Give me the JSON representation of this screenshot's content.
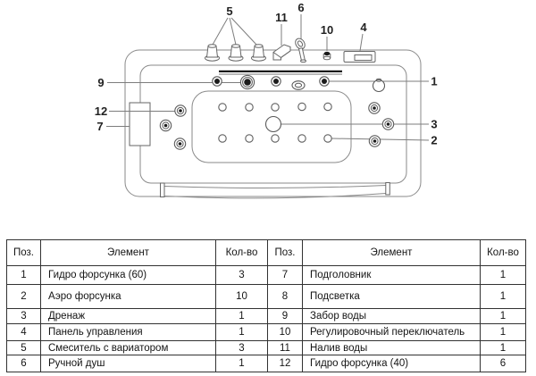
{
  "colors": {
    "background": "#ffffff",
    "diagram_line": "#8a8a8a",
    "diagram_dark": "#1c1c1c",
    "table_border": "#323232",
    "text": "#141414"
  },
  "diagram": {
    "callouts": {
      "n1": "1",
      "n2": "2",
      "n3": "3",
      "n4": "4",
      "n5": "5",
      "n6": "6",
      "n7": "7",
      "n9": "9",
      "n10": "10",
      "n11": "11",
      "n12": "12"
    }
  },
  "table": {
    "headers": [
      "Поз.",
      "Элемент",
      "Кол-во",
      "Поз.",
      "Элемент",
      "Кол-во"
    ],
    "rows": [
      [
        "1",
        "Гидро форсунка (60)",
        "3",
        "7",
        "Подголовник",
        "1"
      ],
      [
        "2",
        "Аэро форсунка",
        "10",
        "8",
        "Подсветка",
        "1"
      ],
      [
        "3",
        "Дренаж",
        "1",
        "9",
        "Забор воды",
        "1"
      ],
      [
        "4",
        "Панель управления",
        "1",
        "10",
        "Регулировочный переключатель",
        "1"
      ],
      [
        "5",
        "Смеситель с вариатором",
        "3",
        "11",
        "Налив воды",
        "1"
      ],
      [
        "6",
        "Ручной душ",
        "1",
        "12",
        "Гидро форсунка (40)",
        "6"
      ]
    ]
  }
}
